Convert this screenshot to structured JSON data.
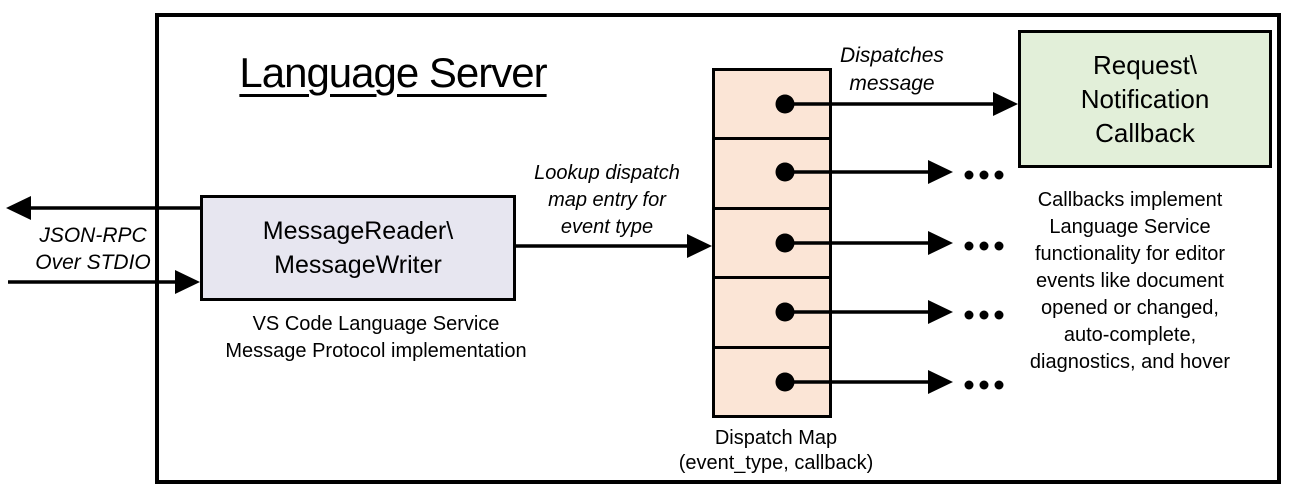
{
  "title": "Language Server",
  "io_label": {
    "lines": [
      "JSON-RPC",
      "Over STDIO"
    ]
  },
  "reader": {
    "label_lines": [
      "MessageReader\\",
      "MessageWriter"
    ],
    "caption_lines": [
      "VS Code Language Service",
      "Message Protocol implementation"
    ]
  },
  "lookup_label": {
    "lines": [
      "Lookup dispatch",
      "map entry for",
      "event type"
    ]
  },
  "dispatch_map": {
    "cell_count": 5,
    "caption_lines": [
      "Dispatch Map",
      "(event_type, callback)"
    ]
  },
  "dispatches_label": {
    "lines": [
      "Dispatches",
      "message"
    ]
  },
  "callback": {
    "label_lines": [
      "Request\\",
      "Notification",
      "Callback"
    ],
    "caption_lines": [
      "Callbacks implement",
      "Language Service",
      "functionality for editor",
      "events like document",
      "opened or changed,",
      "auto-complete,",
      "diagnostics, and hover"
    ]
  },
  "colors": {
    "line": "#000000",
    "reader-fill": "#e7e6f0",
    "map-cell-fill": "#fbe5d6",
    "callback-fill": "#e2efd9"
  }
}
